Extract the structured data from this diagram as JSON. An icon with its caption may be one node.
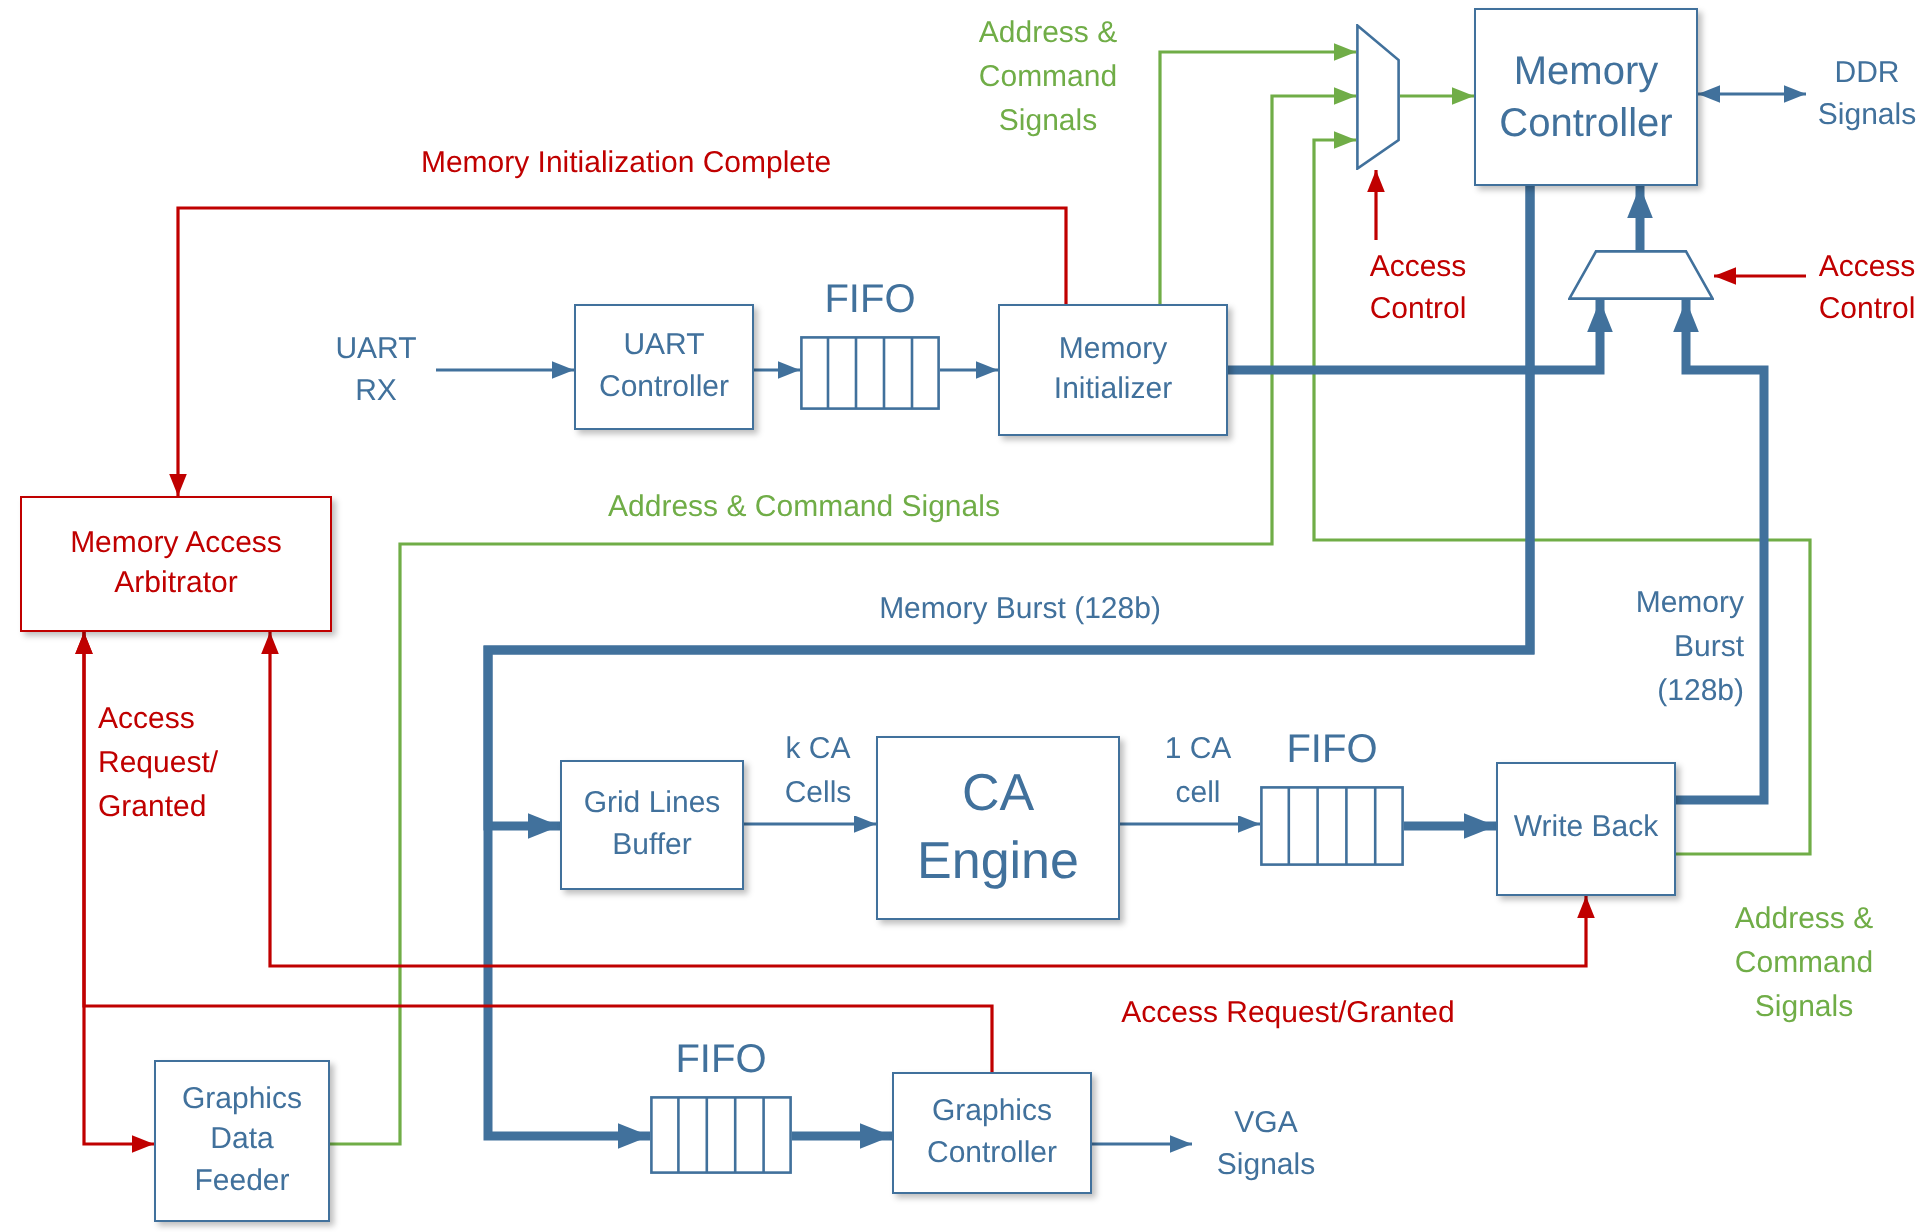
{
  "diagram": {
    "nodes": [
      {
        "text": [
          "Memory Controller"
        ]
      },
      {
        "text": [],
        "shape": "trapezoid"
      },
      {
        "text": [],
        "shape": "trapezoid"
      },
      {
        "text": [
          "DDR Signals"
        ]
      },
      {
        "text": [
          "UART RX"
        ]
      },
      {
        "text": [
          "UART Controller"
        ]
      },
      {
        "text": [
          "FIFO"
        ]
      },
      {
        "text": [
          "Memory Initializer"
        ]
      },
      {
        "text": [
          "Access Control"
        ]
      },
      {
        "text": [
          "Access Control"
        ]
      },
      {
        "text": [
          "Memory Access Arbitrator"
        ]
      },
      {
        "text": [
          "Grid Lines Buffer"
        ]
      },
      {
        "text": [
          "CA Engine"
        ]
      },
      {
        "text": [
          "FIFO"
        ]
      },
      {
        "text": [
          "Write Back"
        ]
      },
      {
        "text": [
          "Graphics Data Feeder"
        ]
      },
      {
        "text": [
          "FIFO"
        ]
      },
      {
        "text": [
          "Graphics Controller"
        ]
      },
      {
        "text": [
          "VGA Signals"
        ]
      }
    ],
    "edges": [
      {
        "from": 4,
        "to": 5,
        "arrow": "to"
      },
      {
        "from": 5,
        "to": 6,
        "arrow": "to"
      },
      {
        "from": 6,
        "to": 7,
        "arrow": "to"
      },
      {
        "from": 7,
        "to": 10,
        "arrow": "to",
        "label": "Memory Initialization Complete",
        "color": "#c00000"
      },
      {
        "from": 7,
        "to": 1,
        "arrow": "to",
        "label": "Address & Command Signals",
        "color": "#70ad47"
      },
      {
        "from": 15,
        "to": 1,
        "arrow": "to",
        "label": "Address & Command Signals",
        "color": "#70ad47"
      },
      {
        "from": 14,
        "to": 1,
        "arrow": "to",
        "label": "Address & Command Signals",
        "color": "#70ad47"
      },
      {
        "from": 1,
        "to": 0,
        "arrow": "to",
        "color": "#70ad47"
      },
      {
        "from": 8,
        "to": 1,
        "arrow": "to",
        "color": "#c00000"
      },
      {
        "from": 9,
        "to": 2,
        "arrow": "to",
        "color": "#c00000"
      },
      {
        "from": 2,
        "to": 0,
        "arrow": "to",
        "style": "thick"
      },
      {
        "from": 7,
        "to": 2,
        "arrow": "to",
        "style": "thick"
      },
      {
        "from": 14,
        "to": 2,
        "arrow": "to",
        "style": "thick",
        "label": "Memory Burst (128b)"
      },
      {
        "from": 0,
        "to": 11,
        "arrow": "to",
        "style": "thick",
        "label": "Memory Burst (128b)"
      },
      {
        "from": 0,
        "to": 16,
        "arrow": "to",
        "style": "thick"
      },
      {
        "from": 0,
        "to": 3,
        "arrow": "both"
      },
      {
        "from": 11,
        "to": 12,
        "arrow": "to",
        "label": "k CA Cells"
      },
      {
        "from": 12,
        "to": 13,
        "arrow": "to",
        "label": "1 CA cell"
      },
      {
        "from": 13,
        "to": 14,
        "arrow": "to",
        "style": "thick"
      },
      {
        "from": 16,
        "to": 17,
        "arrow": "to",
        "style": "thick"
      },
      {
        "from": 17,
        "to": 18,
        "arrow": "to"
      },
      {
        "from": 10,
        "to": 14,
        "arrow": "both",
        "label": "Access Request/Granted",
        "color": "#c00000"
      },
      {
        "from": 10,
        "to": 15,
        "arrow": "both",
        "label": "Access Request/ Granted",
        "color": "#c00000"
      },
      {
        "from": 17,
        "to": 10,
        "arrow": "to",
        "color": "#c00000"
      }
    ]
  }
}
